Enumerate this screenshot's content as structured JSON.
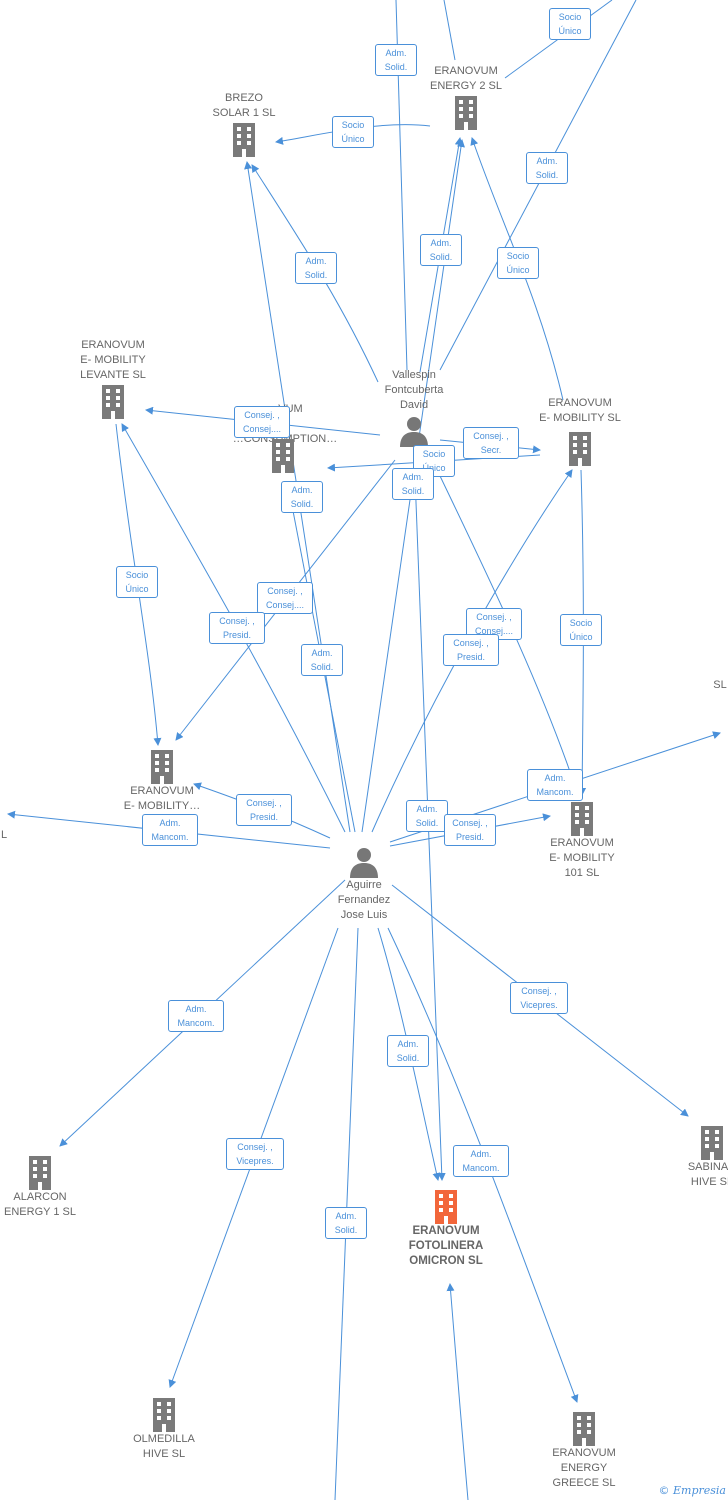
{
  "colors": {
    "edge": "#4a90d9",
    "building": "#7a7a7a",
    "main": "#f2663a",
    "person": "#777777"
  },
  "nodes": [
    {
      "id": "brezo",
      "label": "BREZO\nSOLAR 1  SL",
      "type": "company"
    },
    {
      "id": "energy2",
      "label": "ERANOVUM\nENERGY 2  SL",
      "type": "company"
    },
    {
      "id": "levante",
      "label": "ERANOVUM\nE- MOBILITY\nLEVANTE  SL",
      "type": "company"
    },
    {
      "id": "consumption",
      "label": "…VUM\n…\n…CONSUMPTION…",
      "type": "company"
    },
    {
      "id": "emobility",
      "label": "ERANOVUM\nE- MOBILITY  SL",
      "type": "company"
    },
    {
      "id": "vallespin",
      "label": "Vallespin\nFontcuberta\nDavid",
      "type": "person"
    },
    {
      "id": "emob_left",
      "label": "ERANOVUM\nE- MOBILITY…",
      "type": "company"
    },
    {
      "id": "emob101",
      "label": "ERANOVUM\nE- MOBILITY\n101  SL",
      "type": "company"
    },
    {
      "id": "aguirre",
      "label": "Aguirre\nFernandez\nJose Luis",
      "type": "person"
    },
    {
      "id": "alarcon",
      "label": "ALARCON\nENERGY 1  SL",
      "type": "company"
    },
    {
      "id": "omicron",
      "label": "ERANOVUM\nFOTOLINERA\nOMICRON  SL",
      "type": "main"
    },
    {
      "id": "sabina",
      "label": "SABINAR\nHIVE  SL",
      "type": "company"
    },
    {
      "id": "olmedilla",
      "label": "OLMEDILLA\nHIVE  SL",
      "type": "company"
    },
    {
      "id": "greece",
      "label": "ERANOVUM\nENERGY\nGREECE  SL",
      "type": "company"
    },
    {
      "id": "edge_right",
      "label": "SL",
      "type": "company"
    },
    {
      "id": "edge_left",
      "label": "L",
      "type": "company"
    }
  ],
  "badges": [
    {
      "id": "b1",
      "text": "Adm.\nSolid."
    },
    {
      "id": "b2",
      "text": "Socio\nÚnico"
    },
    {
      "id": "b3",
      "text": "Socio\nÚnico"
    },
    {
      "id": "b4",
      "text": "Adm.\nSolid."
    },
    {
      "id": "b5",
      "text": "Adm.\nSolid."
    },
    {
      "id": "b6",
      "text": "Adm.\nSolid."
    },
    {
      "id": "b7",
      "text": "Socio\nÚnico"
    },
    {
      "id": "b8",
      "text": "Consej. ,\nConsej...."
    },
    {
      "id": "b9",
      "text": "Consej. ,\nSecr."
    },
    {
      "id": "b10",
      "text": "Socio\nÚnico"
    },
    {
      "id": "b11",
      "text": "Adm.\nSolid."
    },
    {
      "id": "b12",
      "text": "Adm.\nSolid."
    },
    {
      "id": "b13",
      "text": "Socio\nÚnico"
    },
    {
      "id": "b14",
      "text": "Consej. ,\nConsej...."
    },
    {
      "id": "b15",
      "text": "Consej. ,\nPresid."
    },
    {
      "id": "b16",
      "text": "Adm.\nSolid."
    },
    {
      "id": "b17",
      "text": "Consej. ,\nConsej...."
    },
    {
      "id": "b18",
      "text": "Consej. ,\nPresid."
    },
    {
      "id": "b19",
      "text": "Socio\nÚnico"
    },
    {
      "id": "b20",
      "text": "Consej. ,\nPresid."
    },
    {
      "id": "b21",
      "text": "Adm.\nMancom."
    },
    {
      "id": "b22",
      "text": "Adm.\nMancom."
    },
    {
      "id": "b23",
      "text": "Adm.\nSolid."
    },
    {
      "id": "b24",
      "text": "Consej. ,\nPresid."
    },
    {
      "id": "b25",
      "text": "Adm.\nMancom."
    },
    {
      "id": "b26",
      "text": "Consej. ,\nVicepres."
    },
    {
      "id": "b27",
      "text": "Adm.\nSolid."
    },
    {
      "id": "b28",
      "text": "Adm.\nMancom."
    },
    {
      "id": "b29",
      "text": "Consej. ,\nVicepres."
    },
    {
      "id": "b30",
      "text": "Adm.\nSolid."
    }
  ],
  "credit": {
    "symbol": "©",
    "brand": "Empresia"
  }
}
